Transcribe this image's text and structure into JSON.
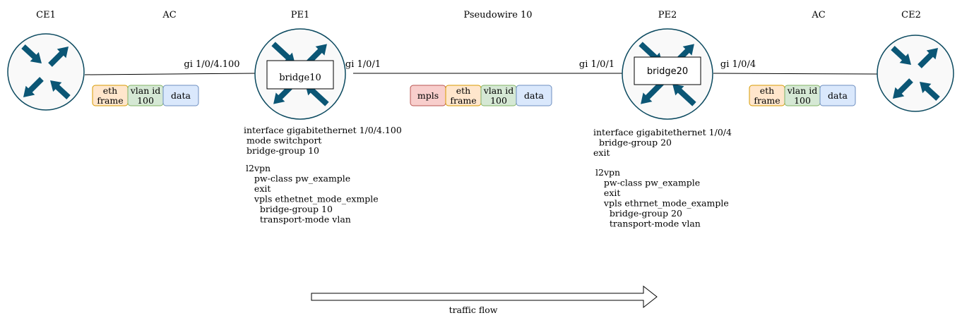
{
  "labels": {
    "ce1": "CE1",
    "ac_left": "AC",
    "pe1": "PE1",
    "pseudowire": "Pseudowire 10",
    "pe2": "PE2",
    "ac_right": "AC",
    "ce2": "CE2",
    "pe1_ac_port": "gi 1/0/4.100",
    "pe1_core_port": "gi 1/0/1",
    "pe2_core_port": "gi 1/0/1",
    "pe2_ac_port": "gi 1/0/4",
    "traffic_flow": "traffic flow"
  },
  "bridges": {
    "pe1": "bridge10",
    "pe2": "bridge20"
  },
  "frames": {
    "left": {
      "eth": [
        "eth",
        "frame"
      ],
      "vlan": [
        "vlan id",
        "100"
      ],
      "data": "data"
    },
    "middle": {
      "mpls": "mpls",
      "eth": [
        "eth",
        "frame"
      ],
      "vlan": [
        "vlan id",
        "100"
      ],
      "data": "data"
    },
    "right": {
      "eth": [
        "eth",
        "frame"
      ],
      "vlan": [
        "vlan id",
        "100"
      ],
      "data": "data"
    }
  },
  "config": {
    "pe1_interface": [
      "interface gigabitethernet 1/0/4.100",
      " mode switchport",
      " bridge-group 10"
    ],
    "pe1_l2vpn": [
      "l2vpn",
      "   pw-class pw_example",
      "   exit",
      "   vpls ethetnet_mode_exmple",
      "     bridge-group 10",
      "     transport-mode vlan"
    ],
    "pe2_interface": [
      "interface gigabitethernet 1/0/4",
      "  bridge-group 20",
      "exit"
    ],
    "pe2_l2vpn": [
      "l2vpn",
      "   pw-class pw_example",
      "   exit",
      "   vpls ethrnet_mode_example",
      "     bridge-group 20",
      "     transport-mode vlan"
    ]
  },
  "colors": {
    "router_fill": "#f9f9f9",
    "router_stroke": "#0c4a60",
    "arrow": "#0b5675",
    "eth_fill": "#ffe6cc",
    "eth_stroke": "#d79b00",
    "vlan_fill": "#d5e8d4",
    "vlan_stroke": "#82b366",
    "data_fill": "#dae8fc",
    "data_stroke": "#6c8ebf",
    "mpls_fill": "#f8cecc",
    "mpls_stroke": "#b85450"
  }
}
